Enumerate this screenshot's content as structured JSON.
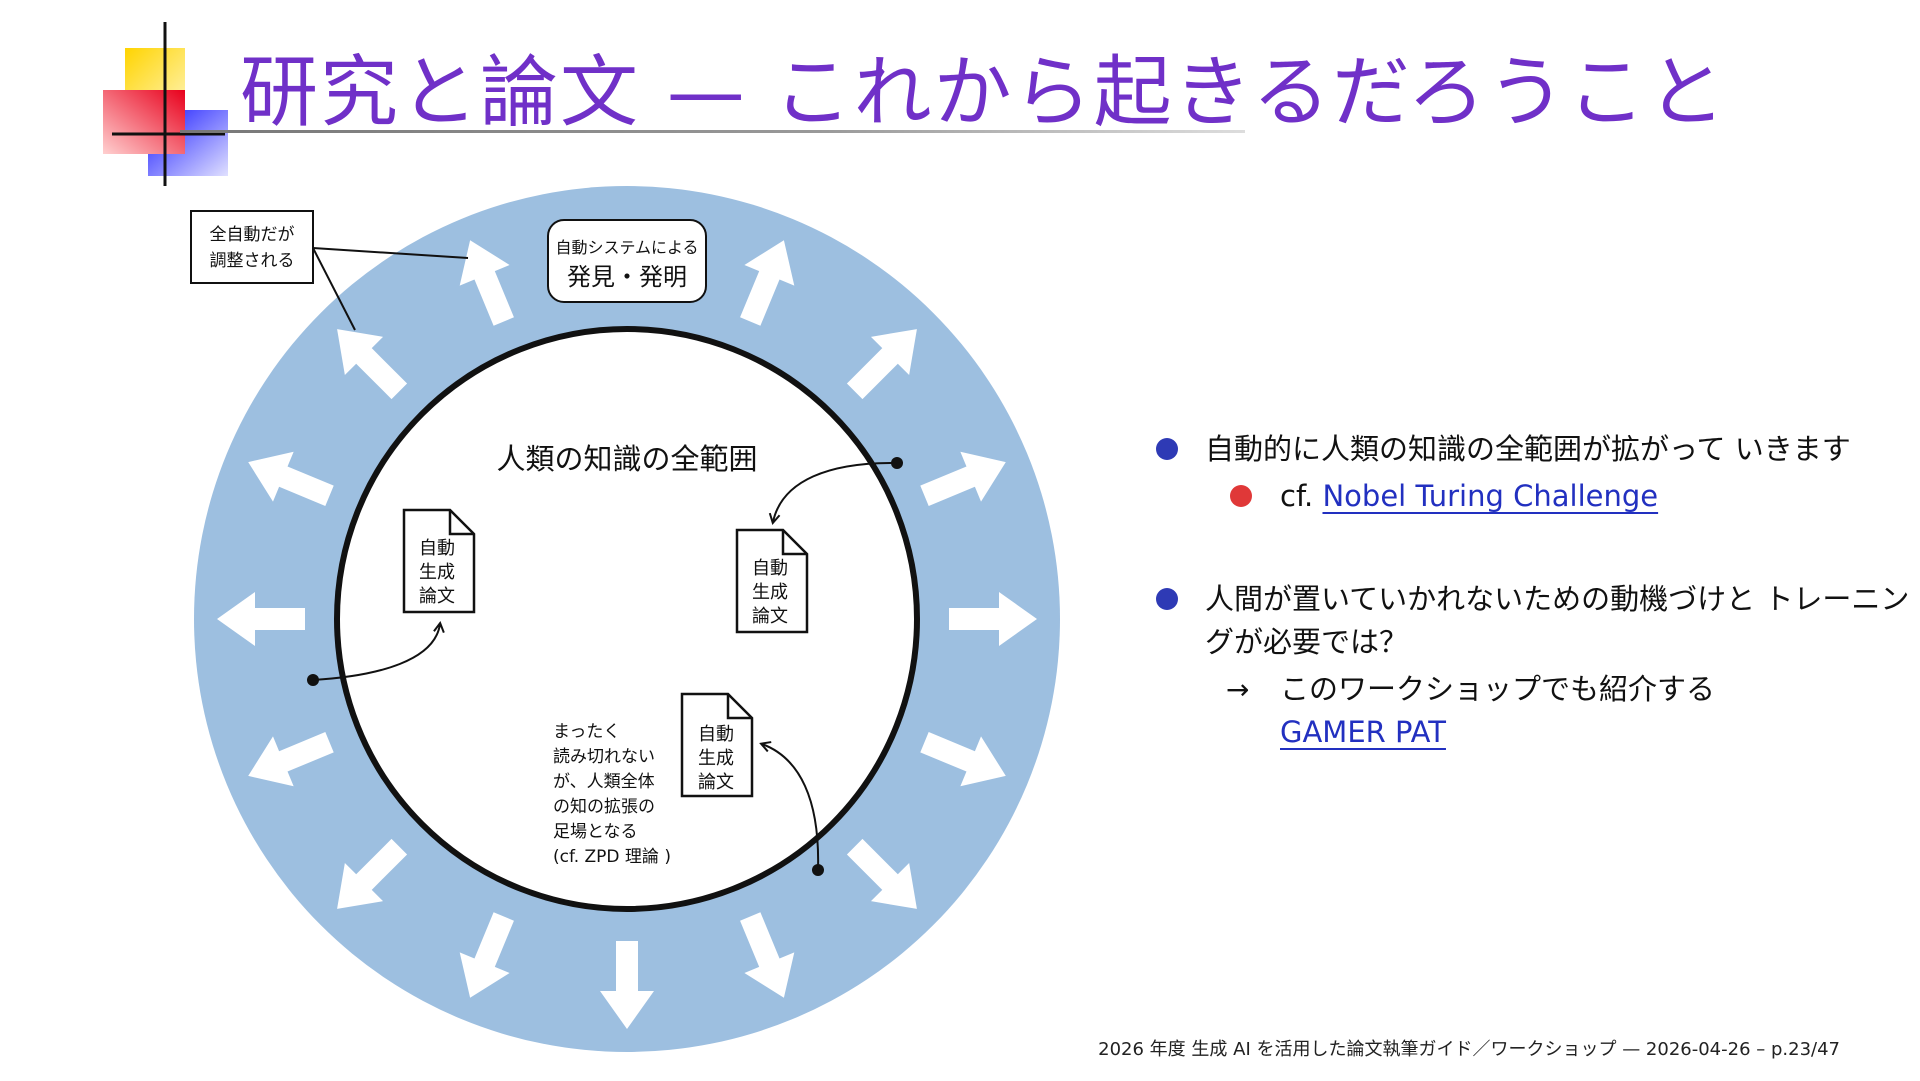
{
  "slide": {
    "title": "研究と論文 — これから起きるだろうこと",
    "footer": "2026 年度 生成 AI を活用した論文執筆ガイド／ワークショップ — 2026-04-26 – p.23/47"
  },
  "diagram": {
    "center_label": "人類の知識の全範囲",
    "callout_auto_adjust": [
      "全自動だが",
      "調整される"
    ],
    "callout_discovery_small": "自動システムによる",
    "callout_discovery_big": "発見・発明",
    "paper_labels": [
      "自動",
      "生成",
      "論文"
    ],
    "note_lines": [
      "まったく",
      "読み切れない",
      "が、人類全体",
      "の知の拡張の",
      "足場となる",
      "(cf. ZPD 理論 )"
    ],
    "colors": {
      "ring": "#9dbfe0",
      "arrow": "#ffffff",
      "title": "#7030c8"
    }
  },
  "bullets": [
    {
      "text": "自動的に人類の知識の全範囲が拡がって いきます",
      "sub_prefix": "cf.",
      "sub_link": "Nobel Turing Challenge"
    },
    {
      "text": "人間が置いていかれないための動機づけと トレーニングが必要では？",
      "sub_arrow": "→",
      "sub_text": "このワークショップでも紹介する",
      "sub_link": "GAMER PAT"
    }
  ]
}
